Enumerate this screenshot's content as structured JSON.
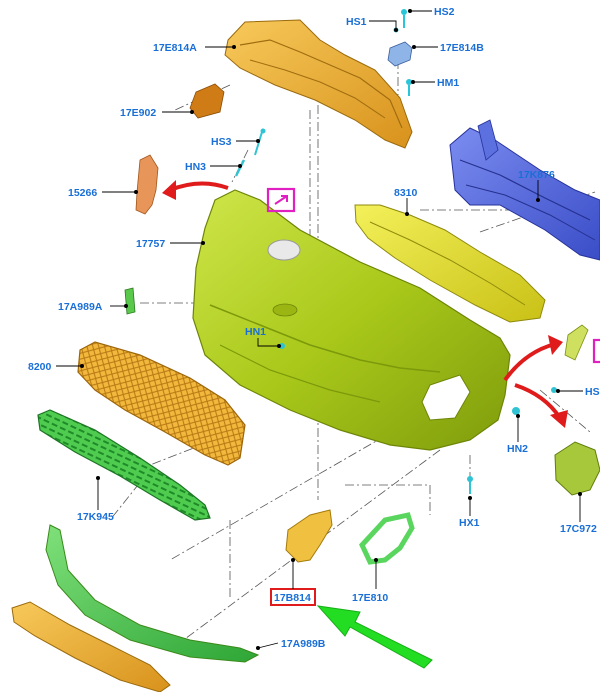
{
  "diagram": {
    "labels": {
      "p17E814A": "17E814A",
      "p17E902": "17E902",
      "pHS1": "HS1",
      "pHS2": "HS2",
      "p17E814B": "17E814B",
      "pHM1": "HM1",
      "pHS3": "HS3",
      "pHN3": "HN3",
      "p15266": "15266",
      "p17757": "17757",
      "p8310": "8310",
      "p17K876": "17K876",
      "p17A989A": "17A989A",
      "pHN1": "HN1",
      "p8200": "8200",
      "pHS_right": "HS",
      "pHN2": "HN2",
      "p17K945": "17K945",
      "pHX1": "HX1",
      "p17C972": "17C972",
      "p17B814": "17B814",
      "p17E810": "17E810",
      "p17A989B": "17A989B"
    },
    "highlighted_part": "17B814",
    "colors": {
      "label": "#1a6fd6",
      "highlight_box": "#e01b1b",
      "bumper_cover": "#b5d31e",
      "reinforcement": "#4f63d9",
      "absorber": "#e6e02a",
      "grille_upper": "#f0b43a",
      "grille_lower": "#44c24a",
      "arrow_red": "#e01b1b",
      "arrow_green": "#22dd22",
      "magenta_marker": "#e020c0"
    }
  }
}
